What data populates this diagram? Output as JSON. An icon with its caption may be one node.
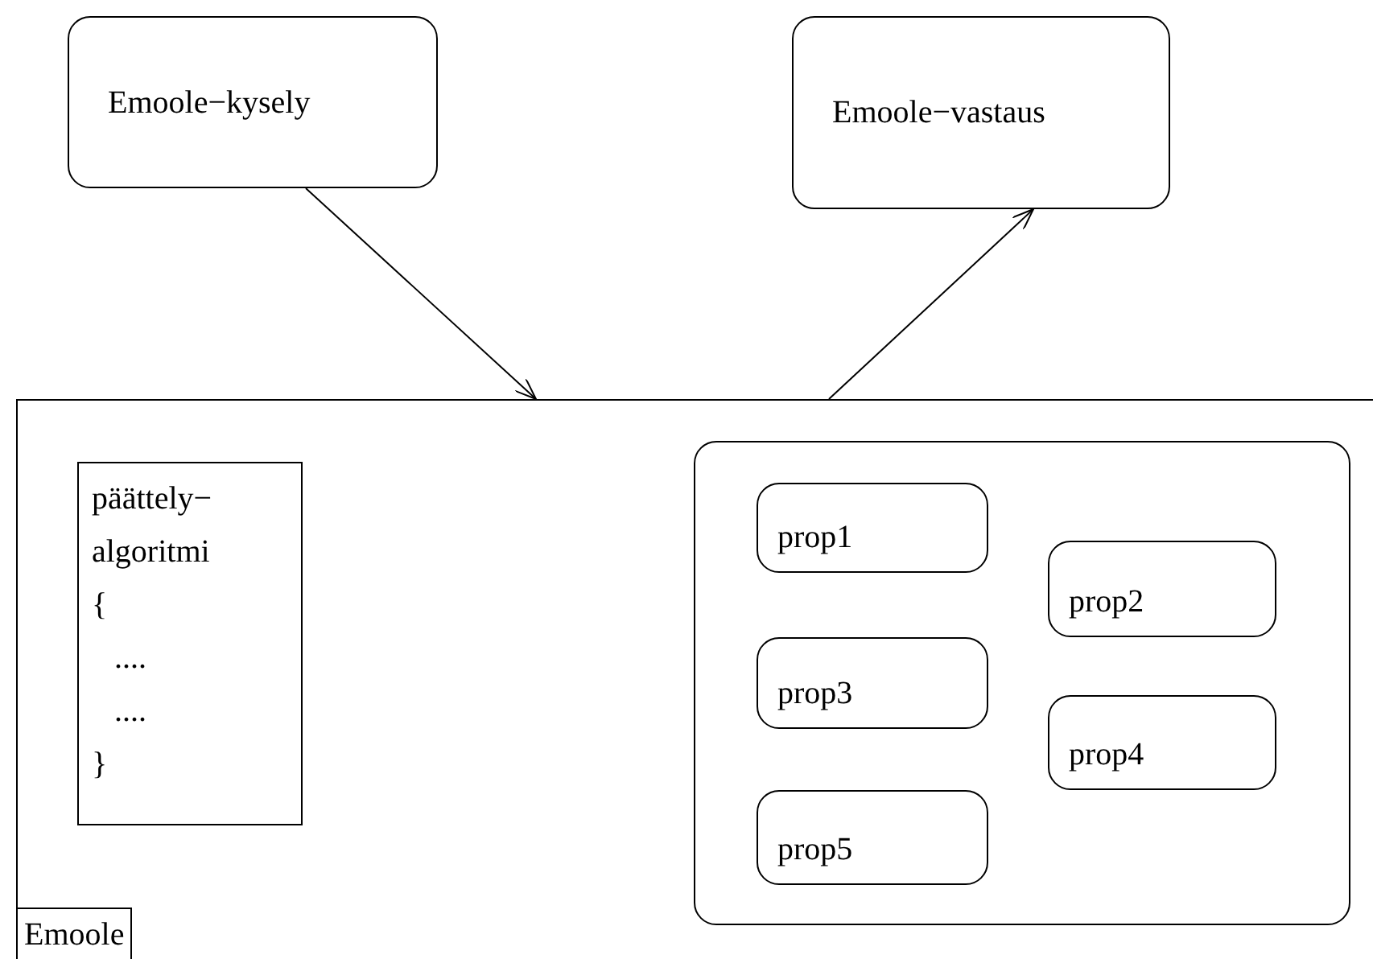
{
  "diagram": {
    "nodes": [
      {
        "text": [
          "Emoole−kysely"
        ]
      },
      {
        "text": [
          "Emoole−vastaus"
        ]
      },
      {
        "text": [
          "Emoole"
        ]
      },
      {
        "text": [
          "päättely− algoritmi",
          "{",
          "....",
          "....",
          "}"
        ],
        "in": 2
      },
      {
        "text": [],
        "shape": "box",
        "in": 2
      },
      {
        "text": [
          "prop1"
        ],
        "in": 4
      },
      {
        "text": [
          "prop2"
        ],
        "in": 4
      },
      {
        "text": [
          "prop3"
        ],
        "in": 4
      },
      {
        "text": [
          "prop4"
        ],
        "in": 4
      },
      {
        "text": [
          "prop5"
        ],
        "in": 4
      }
    ],
    "edges": [
      {
        "from": 0,
        "to": 2,
        "arrow": "to"
      },
      {
        "from": 2,
        "to": 1,
        "arrow": "to"
      }
    ]
  }
}
